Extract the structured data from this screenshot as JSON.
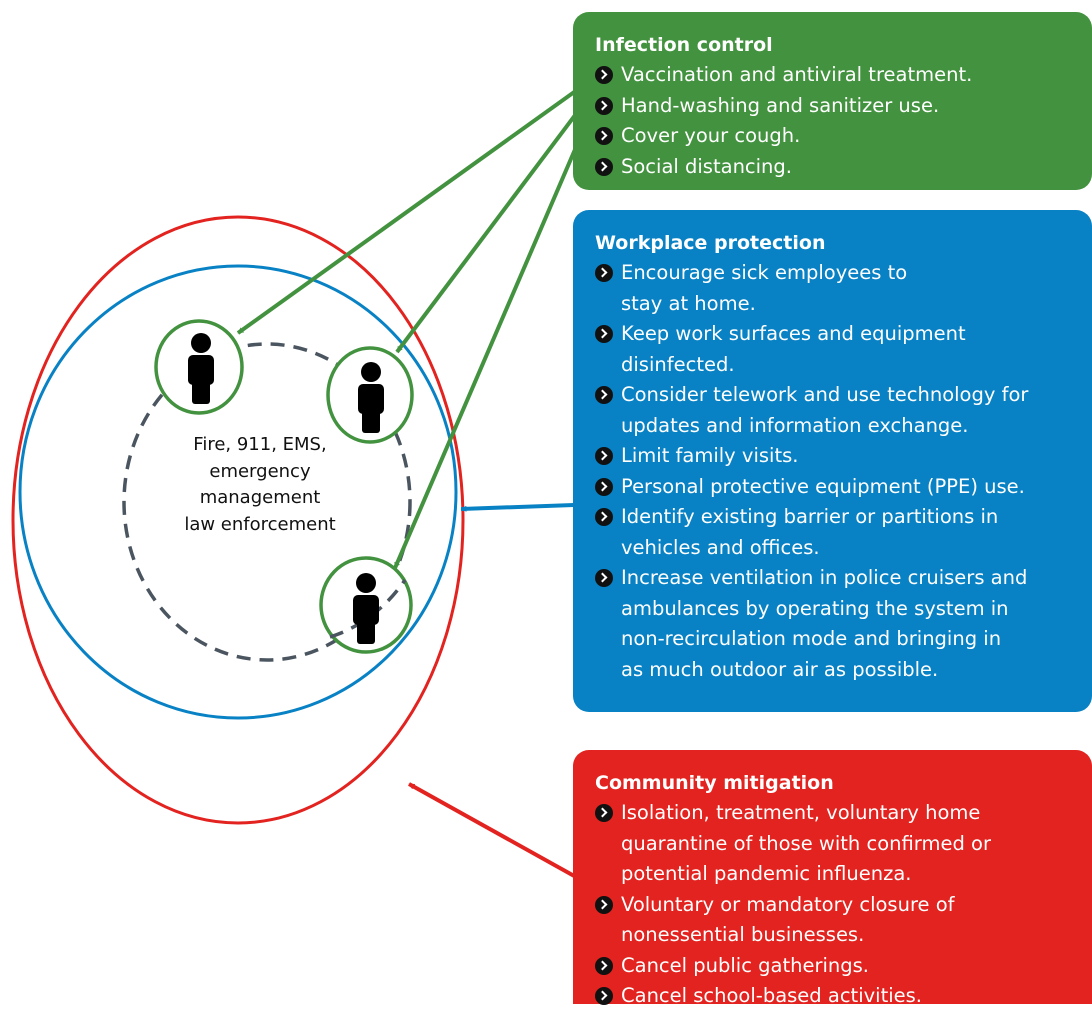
{
  "center": {
    "label": "Fire, 911, EMS,\nemergency\nmanagement\nlaw enforcement"
  },
  "panels": {
    "infection_control": {
      "title": "Infection control",
      "color": "#43923f",
      "items": [
        "Vaccination and antiviral treatment.",
        "Hand-washing and sanitizer use.",
        "Cover your cough.",
        "Social distancing."
      ]
    },
    "workplace_protection": {
      "title": "Workplace protection",
      "color": "#0882c4",
      "items": [
        "Encourage sick employees to\n stay at home.",
        "Keep work surfaces and equipment\n disinfected.",
        "Consider telework and use technology for\n updates and information exchange.",
        "Limit family visits.",
        "Personal protective equipment (PPE) use.",
        "Identify existing barrier or partitions in\n vehicles and offices.",
        "Increase ventilation in police cruisers and\n ambulances by operating the system in\n non-recirculation mode and bringing in\n as much outdoor air as possible."
      ]
    },
    "community_mitigation": {
      "title": "Community mitigation",
      "color": "#e2231f",
      "items": [
        "Isolation, treatment, voluntary home\n quarantine of those with confirmed or\n potential pandemic influenza.",
        "Voluntary or mandatory closure of\n nonessential businesses.",
        "Cancel public gatherings.",
        "Cancel school-based activities."
      ]
    }
  },
  "icons": {
    "bullet": "chevron-right-circle-icon",
    "person": "person-icon"
  }
}
